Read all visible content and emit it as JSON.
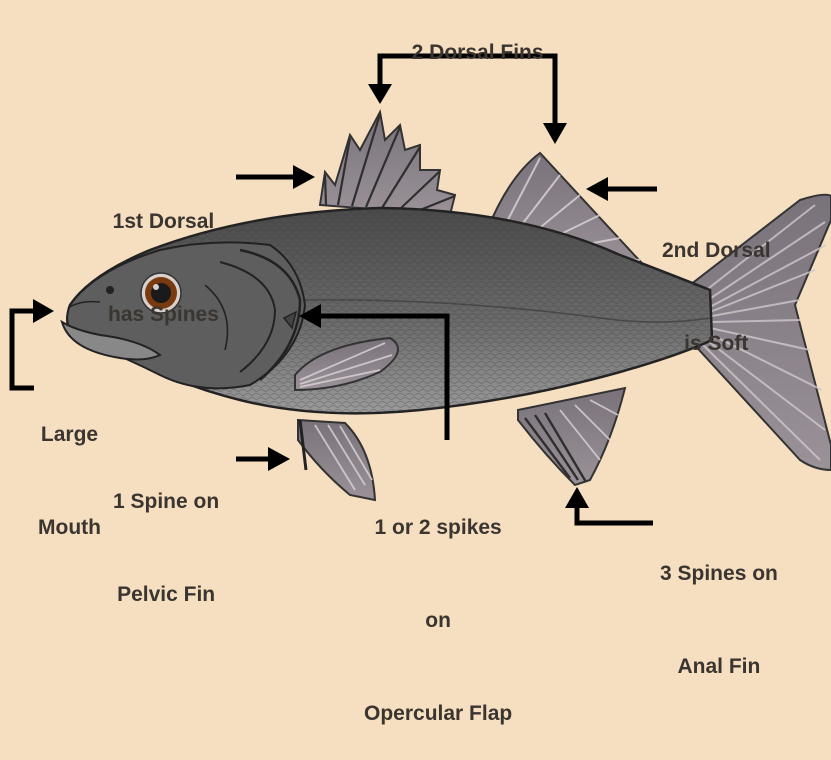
{
  "labels": {
    "dorsal_fins": "2 Dorsal Fins",
    "first_dorsal_line1": "1st Dorsal",
    "first_dorsal_line2": "has Spines",
    "second_dorsal_line1": "2nd Dorsal",
    "second_dorsal_line2": "is Soft",
    "mouth_line1": "Large",
    "mouth_line2": "Mouth",
    "pelvic_line1": "1 Spine on",
    "pelvic_line2": "Pelvic Fin",
    "opercular_line1": "1 or 2 spikes",
    "opercular_line2": "on",
    "opercular_line3": "Opercular Flap",
    "anal_line1": "3 Spines on",
    "anal_line2": "Anal Fin"
  },
  "colors": {
    "background": "#f6dfc0",
    "text": "#3a3530",
    "arrow": "#000000",
    "fish_body": "#6a6a6a",
    "fish_fin": "#8a8288"
  }
}
